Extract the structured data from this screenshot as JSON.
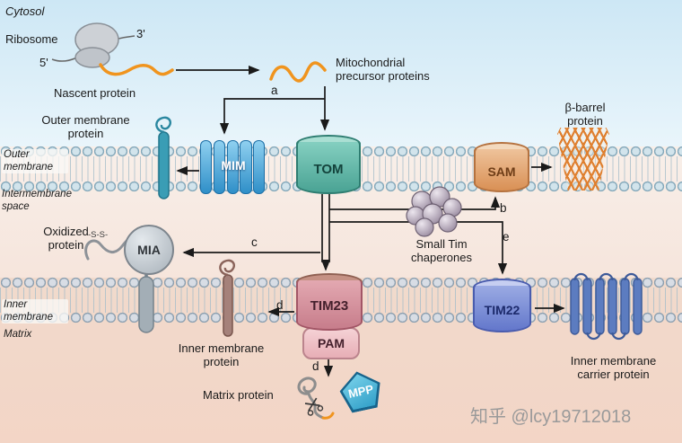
{
  "regions": {
    "cytosol": "Cytosol",
    "outer_membrane": "Outer membrane",
    "intermembrane_space": "Intermembrane space",
    "inner_membrane": "Inner membrane",
    "matrix": "Matrix"
  },
  "labels": {
    "ribosome": "Ribosome",
    "three_prime": "3'",
    "five_prime": "5'",
    "nascent_protein": "Nascent protein",
    "precursor_proteins": "Mitochondrial precursor proteins",
    "outer_membrane_protein": "Outer membrane protein",
    "beta_barrel_protein": "β-barrel protein",
    "oxidized_protein": "Oxidized protein",
    "disulfide": "-S-S-",
    "small_tim_chaperones": "Small Tim chaperones",
    "inner_membrane_protein": "Inner membrane protein",
    "matrix_protein": "Matrix protein",
    "carrier_protein": "Inner membrane carrier protein"
  },
  "complexes": {
    "mim": "MIM",
    "tom": "TOM",
    "sam": "SAM",
    "mia": "MIA",
    "tim23": "TIM23",
    "pam": "PAM",
    "tim22": "TIM22",
    "mpp": "MPP"
  },
  "steps": {
    "a": "a",
    "b": "b",
    "c": "c",
    "d_inner": "d",
    "d_matrix": "d",
    "e": "e"
  },
  "watermark": "知乎 @lcy19712018",
  "colors": {
    "precursor_orange": "#f0941e",
    "tom_teal": "#5fb8a8",
    "mim_blue": "#3f9fd8",
    "sam_tan": "#dd9d6a",
    "tim23_rose": "#d893a0",
    "tim22_periwinkle": "#7b8ed6",
    "mpp_blue": "#3fb4dc",
    "barrel_orange": "#e08030"
  }
}
